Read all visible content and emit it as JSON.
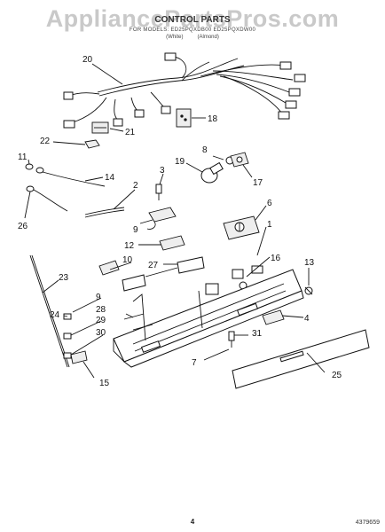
{
  "watermark": "AppliancePartsPros.com",
  "header": {
    "title": "CONTROL PARTS",
    "models": "FOR MODELS: ED25PQXDB00 ED25PQXDW00",
    "color_1": "(White)",
    "color_2": "(Almond)"
  },
  "footer": {
    "page_number": "4",
    "doc_number": "4379659"
  },
  "callouts": {
    "c1": "1",
    "c2": "2",
    "c3": "3",
    "c4": "4",
    "c6": "6",
    "c7": "7",
    "c8": "8",
    "c9a": "9",
    "c9b": "9",
    "c10": "10",
    "c11": "11",
    "c12": "12",
    "c13": "13",
    "c14": "14",
    "c15": "15",
    "c16": "16",
    "c17": "17",
    "c18": "18",
    "c19": "19",
    "c20": "20",
    "c21": "21",
    "c22": "22",
    "c23": "23",
    "c24": "24",
    "c25": "25",
    "c26": "26",
    "c27": "27",
    "c28": "28",
    "c29": "29",
    "c30": "30",
    "c31": "31"
  }
}
